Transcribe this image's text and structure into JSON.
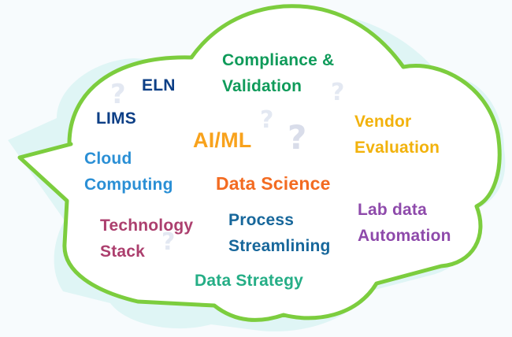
{
  "colors": {
    "outline": "#7ccd3e",
    "shadow": "#dff5f5",
    "fill": "#ffffff",
    "background": "#f7fbfd",
    "question_mark": "#d9ddea"
  },
  "center_icon": "question-mark-icon",
  "center_symbol": "?",
  "words": {
    "compliance": {
      "lines": [
        "Compliance &",
        "Validation"
      ],
      "color": "#0f9b5a"
    },
    "eln": {
      "lines": [
        "ELN"
      ],
      "color": "#0d3f86"
    },
    "lims": {
      "lines": [
        "LIMS"
      ],
      "color": "#0d3f86"
    },
    "aiml": {
      "lines": [
        "AI/ML"
      ],
      "color": "#f8a21c"
    },
    "vendor": {
      "lines": [
        "Vendor",
        "Evaluation"
      ],
      "color": "#f2b20c"
    },
    "cloud": {
      "lines": [
        "Cloud",
        "Computing"
      ],
      "color": "#2a8fd5"
    },
    "datasci": {
      "lines": [
        "Data Science"
      ],
      "color": "#f36b21"
    },
    "tech": {
      "lines": [
        "Technology",
        "Stack"
      ],
      "color": "#ac3f6e"
    },
    "process": {
      "lines": [
        "Process",
        "Streamlining"
      ],
      "color": "#17679b"
    },
    "labdata": {
      "lines": [
        "Lab data",
        "Automation"
      ],
      "color": "#8e4aab"
    },
    "strategy": {
      "lines": [
        "Data Strategy"
      ],
      "color": "#25ae86"
    }
  }
}
